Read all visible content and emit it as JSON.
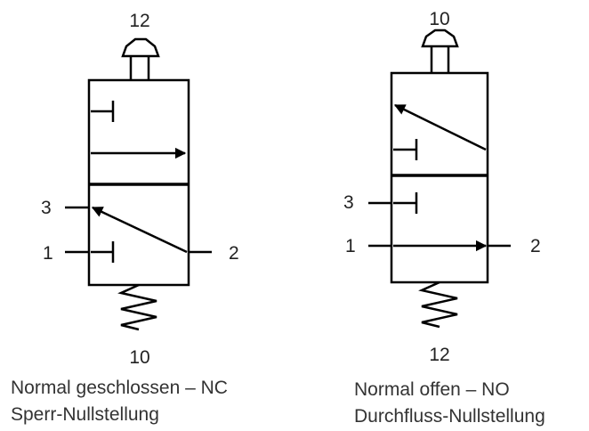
{
  "valves": [
    {
      "id": "nc",
      "port_top": "12",
      "port_bottom": "10",
      "port_left_upper": "3",
      "port_left_lower": "1",
      "port_right": "2",
      "caption_line1": "Normal geschlossen – NC",
      "caption_line2": "Sperr-Nullstellung"
    },
    {
      "id": "no",
      "port_top": "10",
      "port_bottom": "12",
      "port_left_upper": "3",
      "port_left_lower": "1",
      "port_right": "2",
      "caption_line1": "Normal offen – NO",
      "caption_line2": "Durchfluss-Nullstellung"
    }
  ]
}
